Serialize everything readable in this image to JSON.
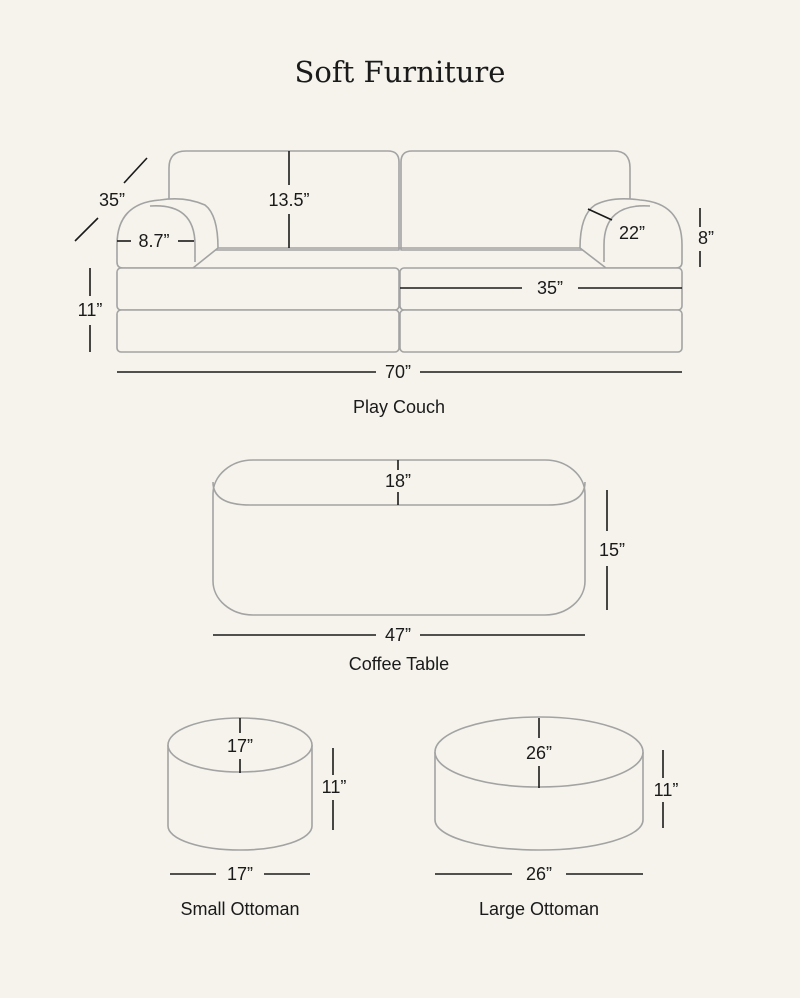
{
  "title": "Soft Furniture",
  "play_couch": {
    "caption": "Play Couch",
    "depth": "35”",
    "arm_width": "8.7”",
    "back_height": "13.5”",
    "arm_length": "22”",
    "arm_height": "8”",
    "base_height": "11”",
    "half_width": "35”",
    "total_width": "70”"
  },
  "coffee_table": {
    "caption": "Coffee Table",
    "depth": "18”",
    "height": "15”",
    "width": "47”"
  },
  "small_ottoman": {
    "caption": "Small Ottoman",
    "depth": "17”",
    "height": "11”",
    "width": "17”"
  },
  "large_ottoman": {
    "caption": "Large Ottoman",
    "depth": "26”",
    "height": "11”",
    "width": "26”"
  }
}
